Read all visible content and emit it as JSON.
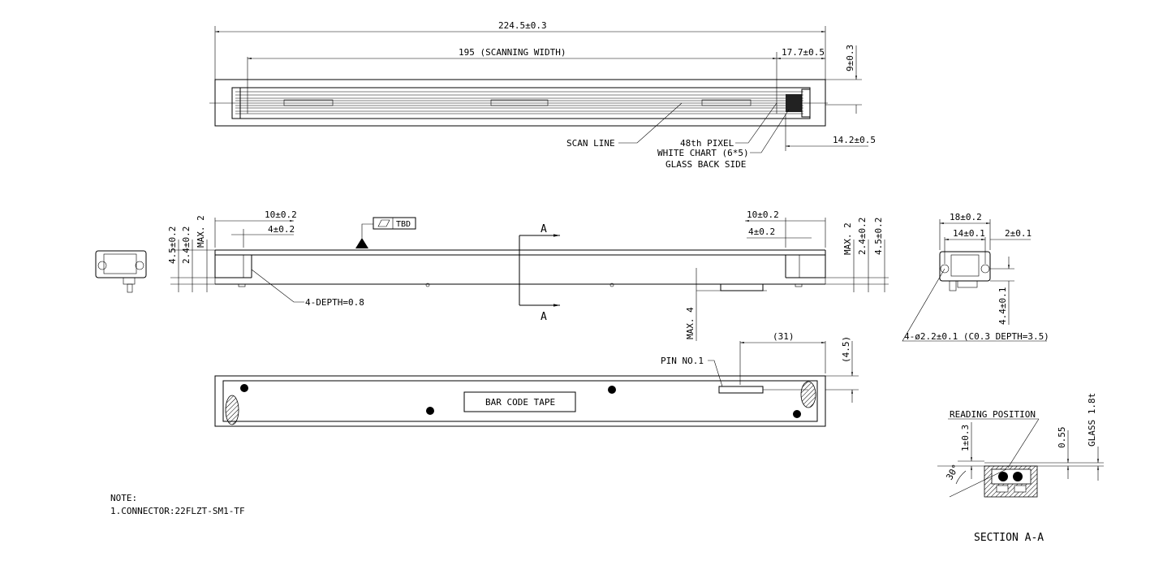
{
  "top_view": {
    "overall_length": "224.5±0.3",
    "scan_width": "195 (SCANNING WIDTH)",
    "right_offset": "17.7±0.5",
    "height_dim": "9±0.3",
    "bottom_right_dim": "14.2±0.5",
    "scan_line": "SCAN LINE",
    "pixel_label": "48th PIXEL",
    "white_chart": "WHITE CHART (6*5)",
    "glass_back": "GLASS BACK SIDE"
  },
  "side_view": {
    "left_dim_10": "10±0.2",
    "left_dim_4": "4±0.2",
    "tbd": "TBD",
    "section_a": "A",
    "right_dim_10": "10±0.2",
    "right_dim_4": "4±0.2",
    "left_v1": "4.5±0.2",
    "left_v2": "2.4±0.2",
    "left_v3": "MAX. 2",
    "right_v1": "MAX. 2",
    "right_v2": "2.4±0.2",
    "right_v3": "4.5±0.2",
    "depth": "4-DEPTH=0.8",
    "max4": "MAX. 4"
  },
  "end_view": {
    "w18": "18±0.2",
    "w14": "14±0.1",
    "w2": "2±0.1",
    "h44": "4.4±0.1",
    "hole": "4-ø2.2±0.1 (C0.3 DEPTH=3.5)"
  },
  "bottom_view": {
    "dim31": "(31)",
    "dim45": "(4.5)",
    "pin": "PIN NO.1",
    "barcode": "BAR CODE TAPE"
  },
  "section": {
    "reading": "READING POSITION",
    "d1": "1±0.3",
    "d055": "0.55",
    "glass": "GLASS 1.8t",
    "angle": "30°",
    "title": "SECTION A-A"
  },
  "note": {
    "title": "NOTE:",
    "line1": "1.CONNECTOR:22FLZT-SM1-TF"
  }
}
